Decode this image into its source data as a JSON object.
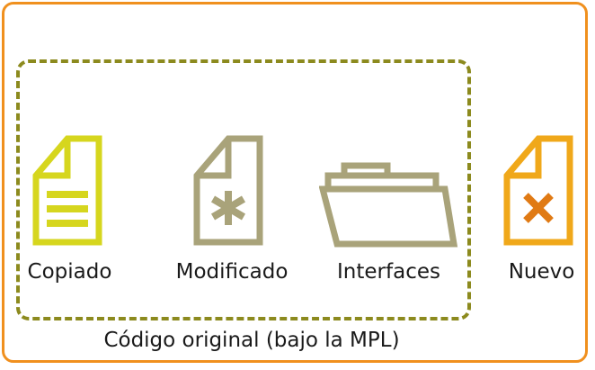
{
  "items": [
    {
      "label": "Copiado",
      "icon": "text-document-icon",
      "color": "#d6d61e"
    },
    {
      "label": "Modificado",
      "icon": "asterisk-document-icon",
      "color": "#a9a37a"
    },
    {
      "label": "Interfaces",
      "icon": "folder-icon",
      "color": "#a9a37a"
    },
    {
      "label": "Nuevo",
      "icon": "new-document-x-icon",
      "color": "#f0a81a",
      "accent": "#e07a14"
    }
  ],
  "group_caption": "Código original (bajo la MPL)",
  "colors": {
    "frame": "#f0901e",
    "group_border": "#8c8a1e"
  }
}
